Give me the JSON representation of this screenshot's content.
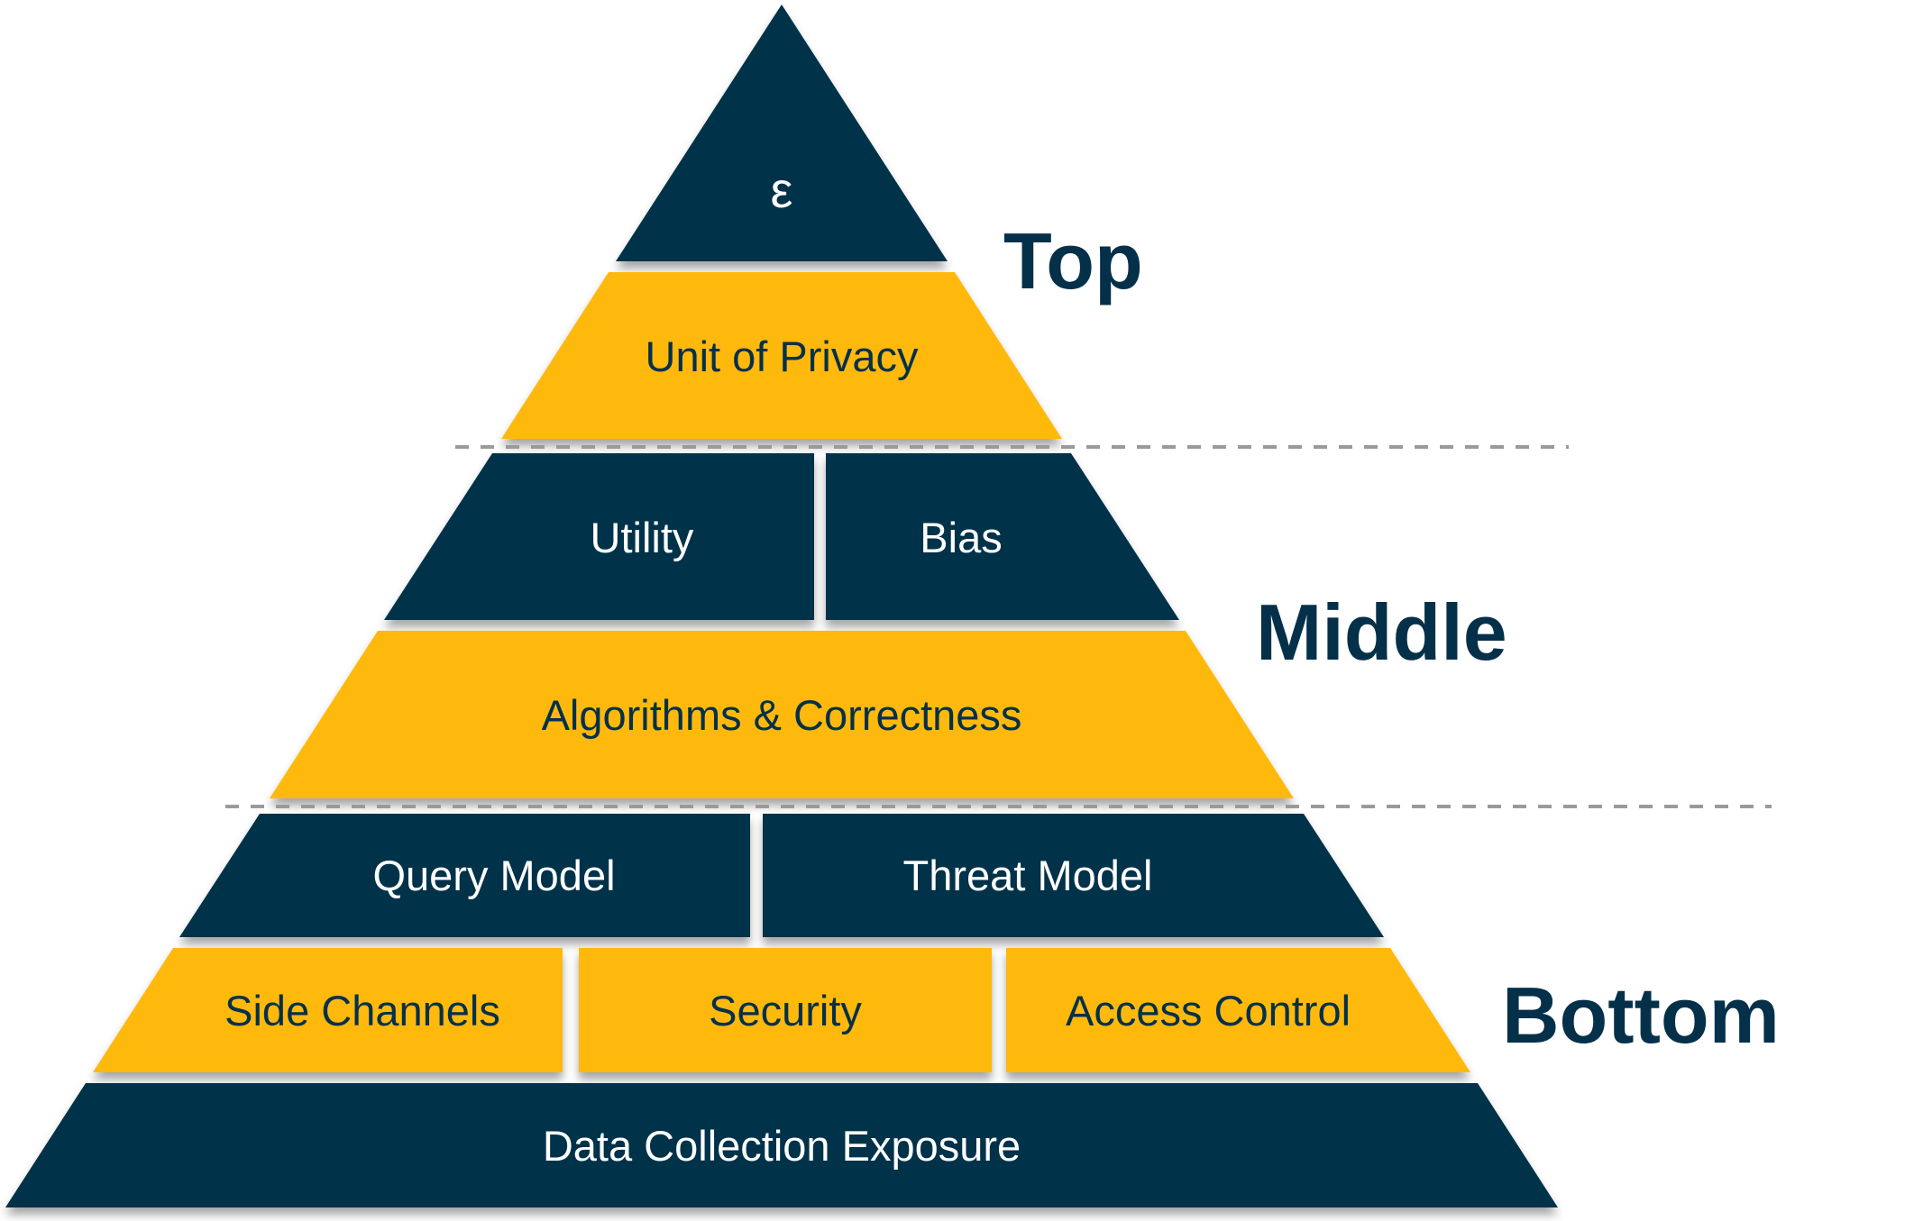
{
  "colors": {
    "navy": "#05304A",
    "amber": "#FFB908",
    "divider_gray": "#9A9A9A",
    "label_on_navy": "#FFFFFF"
  },
  "side_labels": {
    "top": "Top",
    "middle": "Middle",
    "bottom": "Bottom"
  },
  "pyramid": {
    "rows": [
      {
        "tier": "top",
        "blocks": [
          {
            "label": "ε"
          }
        ]
      },
      {
        "tier": "top",
        "blocks": [
          {
            "label": "Unit of Privacy"
          }
        ]
      },
      {
        "tier": "middle",
        "blocks": [
          {
            "label": "Utility"
          },
          {
            "label": "Bias"
          }
        ]
      },
      {
        "tier": "middle",
        "blocks": [
          {
            "label": "Algorithms & Correctness"
          }
        ]
      },
      {
        "tier": "bottom",
        "blocks": [
          {
            "label": "Query Model"
          },
          {
            "label": "Threat Model"
          }
        ]
      },
      {
        "tier": "bottom",
        "blocks": [
          {
            "label": "Side Channels"
          },
          {
            "label": "Security"
          },
          {
            "label": "Access Control"
          }
        ]
      },
      {
        "tier": "bottom",
        "blocks": [
          {
            "label": "Data Collection Exposure"
          }
        ]
      }
    ]
  }
}
